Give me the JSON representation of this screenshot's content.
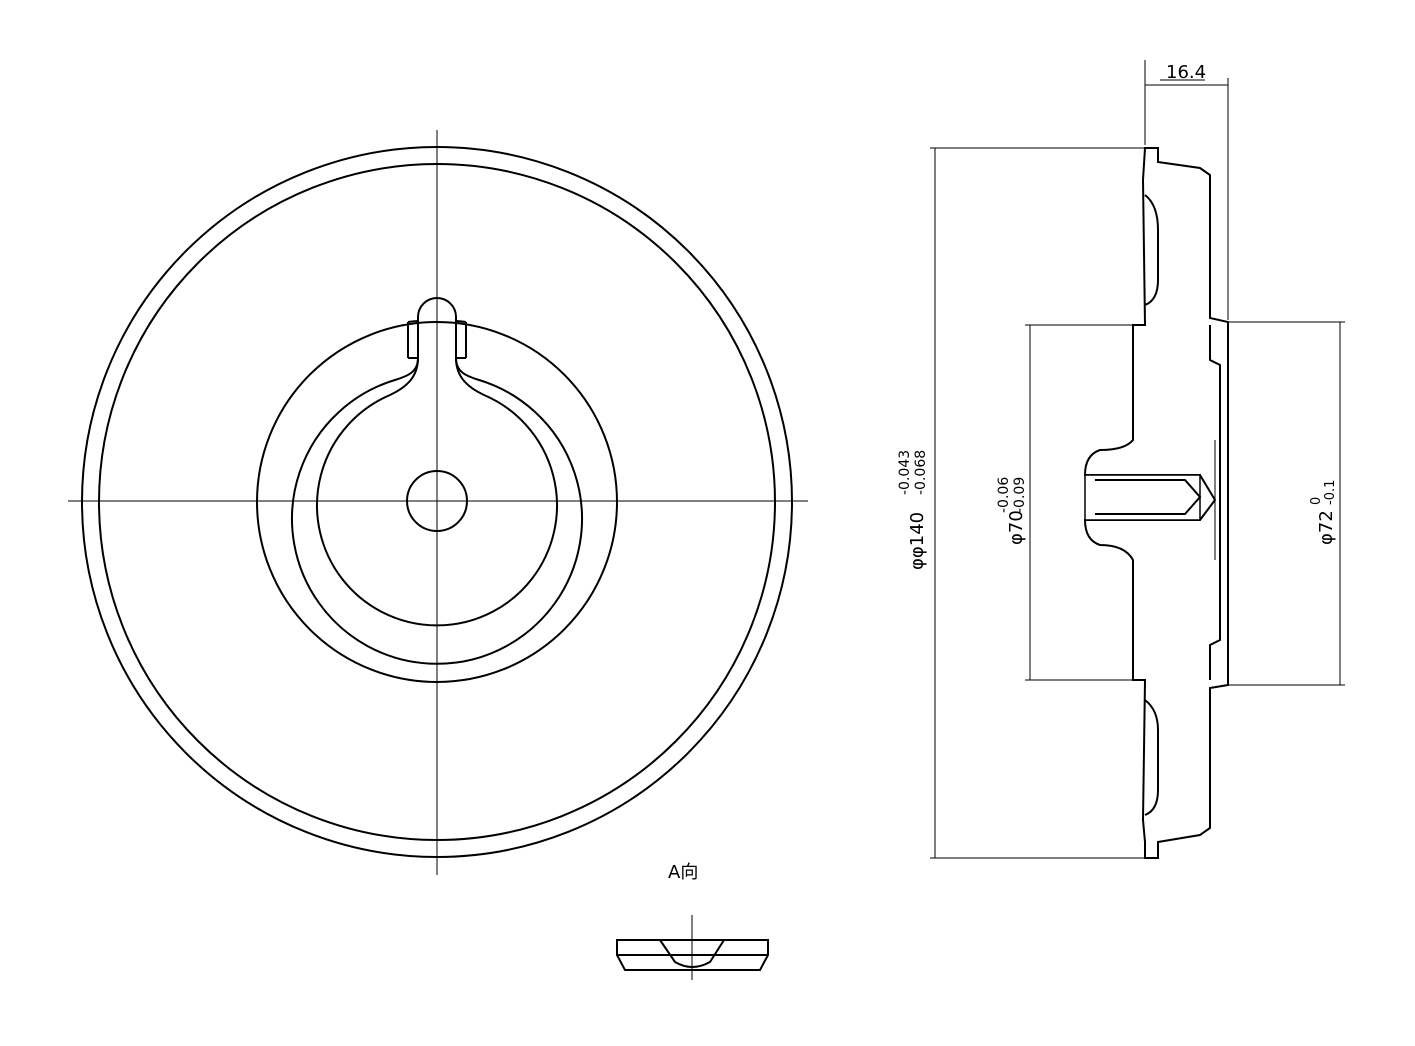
{
  "drawing": {
    "view_label": "A向",
    "dimensions": {
      "width_top": "16.4",
      "outer_diameter": {
        "value": "φφ140",
        "upper_tol": "-0.043",
        "lower_tol": "-0.068"
      },
      "hub_diameter": {
        "value": "φ70",
        "upper_tol": "-0.06",
        "lower_tol": "-0.09"
      },
      "recess_diameter": {
        "value": "φ72",
        "upper_tol": "0",
        "lower_tol": "-0.1"
      }
    },
    "colors": {
      "line": "#000000",
      "background": "#ffffff"
    }
  }
}
